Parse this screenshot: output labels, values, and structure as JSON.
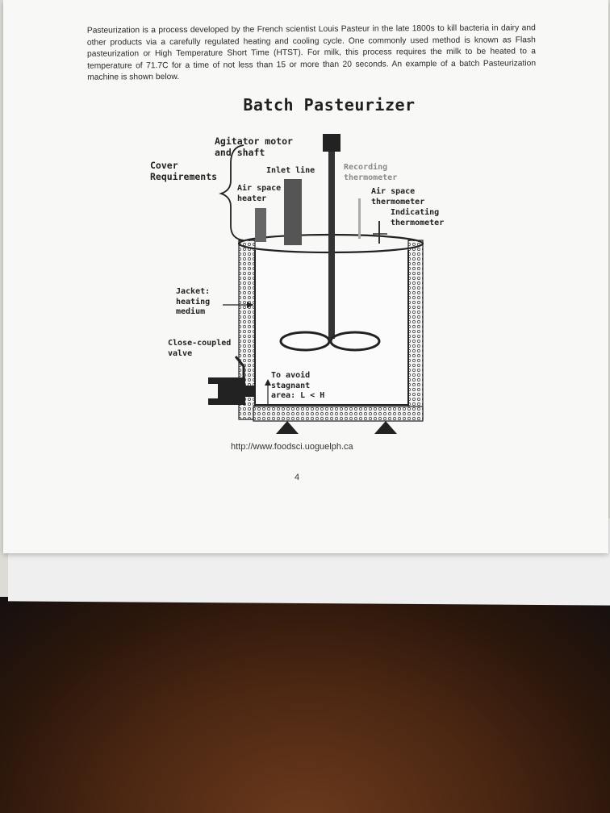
{
  "intro_paragraph": "Pasteurization is a process developed by the French scientist Louis Pasteur in the late 1800s to kill bacteria in dairy and other products via a carefully regulated heating and cooling cycle. One commonly used method is known as Flash pasteurization or High Temperature Short Time (HTST). For milk, this process requires the milk to be heated to a temperature of 71.7C for a time of not less than 15 or more than 20 seconds. An example of a batch Pasteurization machine is shown below.",
  "diagram": {
    "title": "Batch Pasteurizer",
    "labels": {
      "agitator": "Agitator motor\nand shaft",
      "cover": "Cover\nRequirements",
      "inlet": "Inlet line",
      "recording": "Recording\nthermometer",
      "air_heater": "Air space\nheater",
      "air_thermo": "Air space\nthermometer",
      "indicating": "Indicating\nthermometer",
      "jacket": "Jacket:\nheating\nmedium",
      "valve": "Close-coupled\nvalve",
      "avoid": "To avoid\nstagnant\narea: L < H"
    }
  },
  "source_url": "http://www.foodsci.uoguelph.ca",
  "page_number": "4"
}
